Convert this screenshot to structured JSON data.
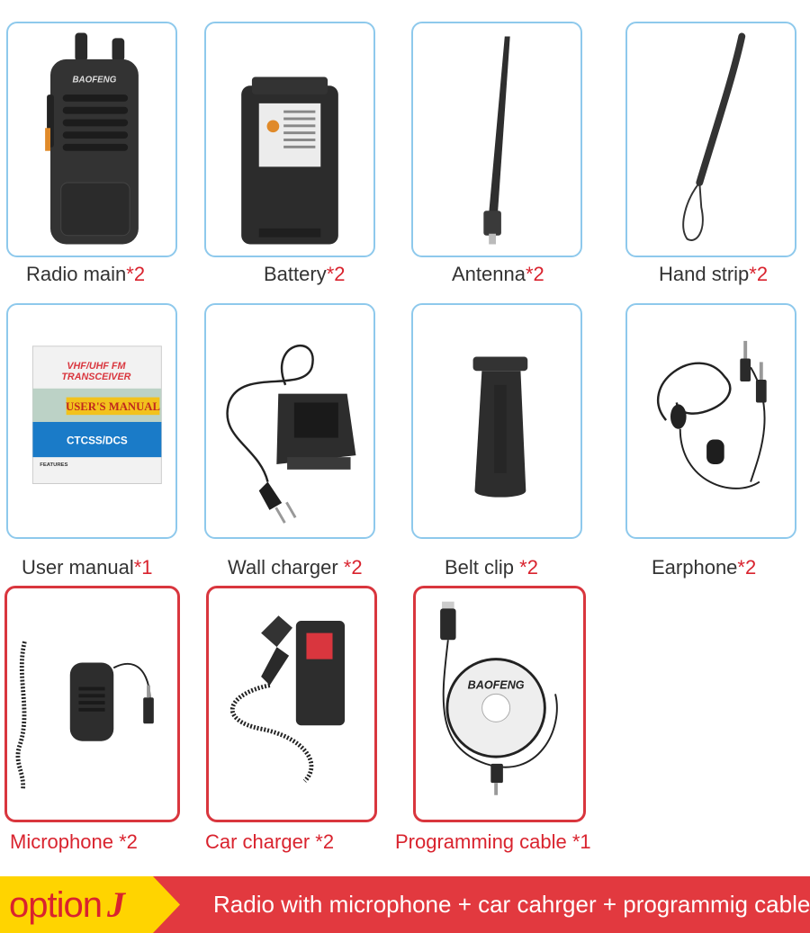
{
  "items": [
    {
      "name": "Radio main",
      "qty": "*2"
    },
    {
      "name": "Battery",
      "qty": "*2"
    },
    {
      "name": "Antenna",
      "qty": "*2"
    },
    {
      "name": "Hand strip",
      "qty": "*2"
    },
    {
      "name": "User manual",
      "qty": "*1"
    },
    {
      "name": "Wall charger ",
      "qty": "*2"
    },
    {
      "name": "Belt clip ",
      "qty": "*2"
    },
    {
      "name": "Earphone",
      "qty": "*2"
    }
  ],
  "options": [
    {
      "text": "Microphone *2"
    },
    {
      "text": "Car charger *2"
    },
    {
      "text": "Programming cable *1"
    }
  ],
  "product_text": {
    "radio_brand": "BAOFENG",
    "manual_line1": "VHF/UHF FM",
    "manual_line2": "TRANSCEIVER",
    "manual_title": "USER'S MANUAL",
    "manual_sub": "CTCSS/DCS",
    "manual_features": "FEATURES",
    "cd_brand": "BAOFENG"
  },
  "banner": {
    "option_word": "option",
    "option_letter": "J",
    "description": "Radio with microphone + car cahrger + programmig cable"
  },
  "colors": {
    "card_border": "#8ec9ec",
    "option_border": "#d9363e",
    "quantity_red": "#d9232e",
    "banner_yellow": "#ffd400",
    "banner_red": "#e2393f"
  }
}
